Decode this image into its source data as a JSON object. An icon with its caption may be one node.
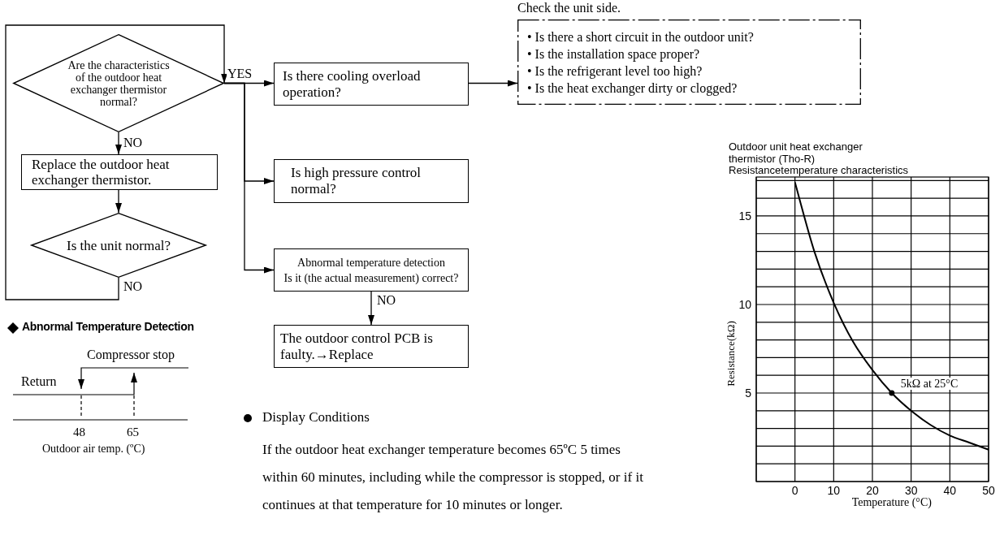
{
  "diagram": {
    "nodes": [
      {
        "text": [
          "Are the characteristics of the outdoor heat exchanger thermistor normal?"
        ]
      },
      {
        "text": [
          "Replace the outdoor heat exchanger thermistor."
        ]
      },
      {
        "text": [
          "Is the unit normal?"
        ]
      },
      {
        "text": [
          "Is there cooling overload operation?"
        ]
      },
      {
        "text": [
          "Is high pressure control normal?"
        ]
      },
      {
        "text": [
          "Abnormal temperature detection",
          "Is it (the actual measurement) correct?"
        ]
      },
      {
        "text": [
          "The outdoor control PCB is faulty.→Replace"
        ]
      },
      {
        "text": [
          "Check the unit side.",
          "• Is there a short circuit in the outdoor unit?",
          "• Is the installation space proper?",
          "• Is the refrigerant level too high?",
          "• Is the heat exchanger dirty or clogged?"
        ]
      }
    ],
    "edges": [
      {
        "from": 0,
        "to": 1,
        "arrow": "to",
        "label": "NO"
      },
      {
        "from": 1,
        "to": 2,
        "arrow": "to"
      },
      {
        "from": 2,
        "to": 0,
        "arrow": "to",
        "label": "NO"
      },
      {
        "from": 0,
        "to": 3,
        "arrow": "to",
        "label": "YES"
      },
      {
        "from": 0,
        "to": 4,
        "arrow": "to"
      },
      {
        "from": 0,
        "to": 5,
        "arrow": "to"
      },
      {
        "from": 3,
        "to": 7,
        "arrow": "to"
      },
      {
        "from": 5,
        "to": 6,
        "arrow": "to",
        "label": "NO"
      }
    ],
    "labels": [
      "Abnormal Temperature Detection",
      "Compressor stop",
      "Return",
      "48",
      "65",
      "Outdoor air temp. (ºC)",
      "Display Conditions",
      "If the outdoor heat exchanger temperature becomes 65ºC 5 times within 60 minutes, including while the compressor is stopped, or if it continues at that temperature for 10 minutes or longer."
    ],
    "chart_data": {
      "type": "line",
      "title": "Outdoor unit heat exchanger thermistor (Tho-R) Resistancetemperature characteristics",
      "xlabel": "Temperature (°C)",
      "ylabel": "Resistance(kΩ)",
      "x": [
        0,
        5,
        10,
        15,
        20,
        25,
        30,
        35,
        40,
        45,
        50
      ],
      "values": [
        16.9,
        13.0,
        10.1,
        7.9,
        6.3,
        5.0,
        4.0,
        3.2,
        2.6,
        2.2,
        1.8
      ],
      "grid": true,
      "xlim": [
        -10,
        50
      ],
      "ylim": [
        0,
        17.2
      ],
      "xticks": [
        0,
        10,
        20,
        30,
        40,
        50
      ],
      "yticks": [
        5,
        10,
        15
      ],
      "annotations": [
        {
          "x": 25,
          "y": 5,
          "text": "5kΩ at 25°C"
        }
      ]
    }
  }
}
